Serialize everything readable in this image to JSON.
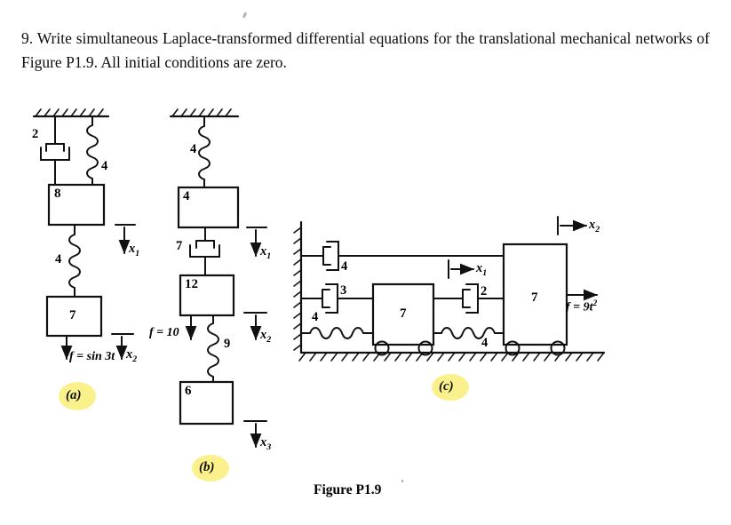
{
  "page": {
    "background": "#ffffff",
    "ink": "#111111",
    "highlight_color": "#fbf18c"
  },
  "problem": {
    "number": "9.",
    "text": "Write simultaneous Laplace-transformed differential equations for the translational mechanical networks of Figure P1.9. All initial conditions are zero."
  },
  "figure": {
    "caption": "Figure P1.9"
  },
  "diagrams": [
    {
      "id": "a",
      "label": "(a)",
      "orientation": "vertical",
      "ceiling": true,
      "elements": [
        {
          "type": "damper",
          "value": "2",
          "between": "ceiling-mass8",
          "side": "left"
        },
        {
          "type": "spring",
          "value": "4",
          "between": "ceiling-mass8",
          "side": "right"
        },
        {
          "type": "mass",
          "value": "8"
        },
        {
          "type": "spring",
          "value": "4",
          "between": "mass8-mass7"
        },
        {
          "type": "mass",
          "value": "7"
        },
        {
          "type": "force",
          "value": "f = sin 3t",
          "applied_to": "mass7",
          "direction": "down"
        }
      ],
      "displacements": [
        {
          "name": "x",
          "subscript": "1",
          "at": "mass8",
          "direction": "down"
        },
        {
          "name": "x",
          "subscript": "2",
          "at": "mass7",
          "direction": "down"
        }
      ]
    },
    {
      "id": "b",
      "label": "(b)",
      "orientation": "vertical",
      "ceiling": true,
      "elements": [
        {
          "type": "spring",
          "value": "4",
          "between": "ceiling-mass4"
        },
        {
          "type": "mass",
          "value": "4"
        },
        {
          "type": "damper",
          "value": "7",
          "between": "mass4-mass12"
        },
        {
          "type": "mass",
          "value": "12"
        },
        {
          "type": "force",
          "value": "f = 10",
          "applied_to": "mass12",
          "direction": "down"
        },
        {
          "type": "spring",
          "value": "9",
          "between": "mass12-mass6"
        },
        {
          "type": "mass",
          "value": "6"
        }
      ],
      "displacements": [
        {
          "name": "x",
          "subscript": "1",
          "at": "mass4",
          "direction": "down"
        },
        {
          "name": "x",
          "subscript": "2",
          "at": "mass12",
          "direction": "down"
        },
        {
          "name": "x",
          "subscript": "3",
          "at": "mass6",
          "direction": "down"
        }
      ]
    },
    {
      "id": "c",
      "label": "(c)",
      "orientation": "horizontal",
      "wall": true,
      "ground": true,
      "elements": [
        {
          "type": "damper",
          "value": "4",
          "between": "wall-mass7right",
          "row": "top"
        },
        {
          "type": "damper",
          "value": "3",
          "between": "wall-mass7left",
          "row": "middle"
        },
        {
          "type": "spring",
          "value": "4",
          "between": "wall-mass7left",
          "row": "bottom"
        },
        {
          "type": "mass",
          "value": "7",
          "position": "left",
          "wheels": 2
        },
        {
          "type": "damper",
          "value": "2",
          "between": "mass7left-mass7right",
          "row": "middle"
        },
        {
          "type": "spring",
          "value": "4",
          "between": "mass7left-mass7right",
          "row": "bottom"
        },
        {
          "type": "mass",
          "value": "7",
          "position": "right",
          "wheels": 2
        },
        {
          "type": "force",
          "value": "f = 9t^2",
          "display": "f = 9t²",
          "applied_to": "mass7right",
          "direction": "right"
        }
      ],
      "displacements": [
        {
          "name": "x",
          "subscript": "1",
          "at": "mass7left",
          "direction": "right"
        },
        {
          "name": "x",
          "subscript": "2",
          "at": "mass7right",
          "direction": "right"
        }
      ]
    }
  ],
  "labels": {
    "a_damper_2": "2",
    "a_spring_4_top": "4",
    "a_mass_8": "8",
    "a_spring_4_mid": "4",
    "a_mass_7": "7",
    "a_force": "f = sin 3t",
    "a_x1": "x",
    "a_x1_sub": "1",
    "a_x2": "x",
    "a_x2_sub": "2",
    "a_panel": "(a)",
    "b_spring_4_top": "4",
    "b_mass_4": "4",
    "b_damper_7": "7",
    "b_mass_12": "12",
    "b_force": "f = 10",
    "b_spring_9": "9",
    "b_mass_6": "6",
    "b_x1": "x",
    "b_x1_sub": "1",
    "b_x2": "x",
    "b_x2_sub": "2",
    "b_x3": "x",
    "b_x3_sub": "3",
    "b_panel": "(b)",
    "c_damper_4_top": "4",
    "c_damper_3": "3",
    "c_spring_4_left": "4",
    "c_mass_7_left": "7",
    "c_damper_2": "2",
    "c_spring_4_mid": "4",
    "c_mass_7_right": "7",
    "c_force": "f = 9",
    "c_force_var": "t",
    "c_force_exp": "2",
    "c_x1": "x",
    "c_x1_sub": "1",
    "c_x2": "x",
    "c_x2_sub": "2",
    "c_panel": "(c)"
  }
}
